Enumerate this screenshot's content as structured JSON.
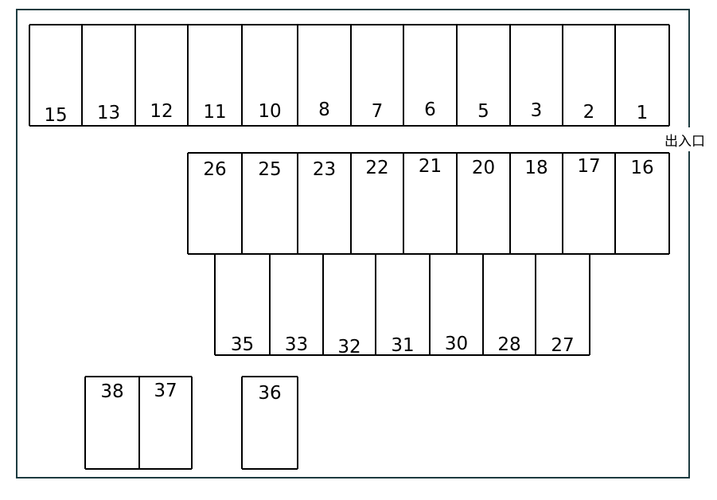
{
  "entrance_label": "出入口",
  "row1": [
    "15",
    "13",
    "12",
    "11",
    "10",
    "8",
    "7",
    "6",
    "5",
    "3",
    "2",
    "1"
  ],
  "row2": [
    "26",
    "25",
    "23",
    "22",
    "21",
    "20",
    "18",
    "17",
    "16"
  ],
  "row3": [
    "35",
    "33",
    "32",
    "31",
    "30",
    "28",
    "27"
  ],
  "row4a": [
    "38",
    "37"
  ],
  "row4b": [
    "36"
  ],
  "colors": {
    "line": "#1d3b40",
    "stall": "#000000",
    "background": "#ffffff"
  }
}
